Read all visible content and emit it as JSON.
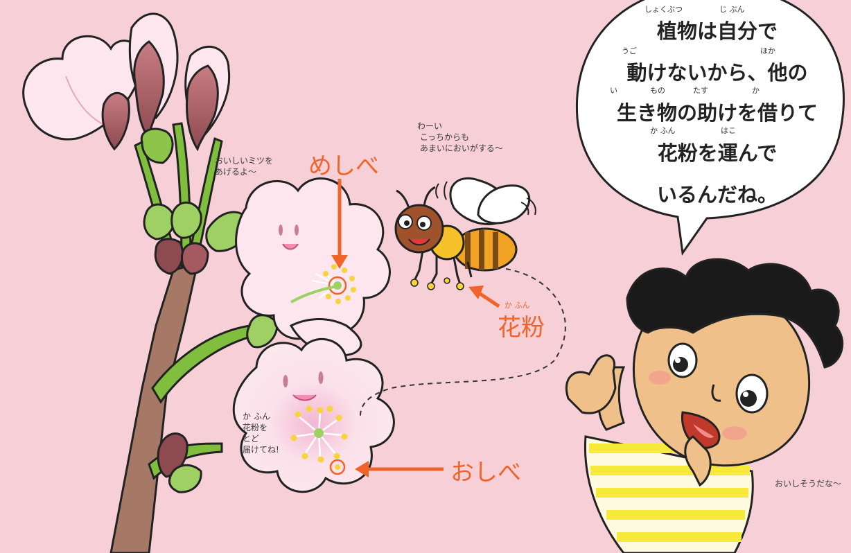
{
  "bubble": {
    "lines": [
      "植物は自分で",
      "動けないから、他の",
      "生き物の助けを借りて",
      "花粉を運んで",
      "いるんだね。"
    ],
    "ruby": [
      "しょくぶつ",
      "じ ぶん",
      "うご",
      "ほか",
      "い",
      "もの",
      "たす",
      "か",
      "か ふん",
      "はこ"
    ]
  },
  "labels": {
    "meshibe": "めしべ",
    "kafun": "花粉",
    "kafun_ruby": "か  ふん",
    "oshibe": "おしべ"
  },
  "speech": {
    "flower_top": "おいしいミツを\nあげるよ〜",
    "bee": "わーい\n こっちからも\n あまいにおいがする〜",
    "flower_bottom": "か ふん\n花粉を\nとど\n届けてね!",
    "boy": "おいしそうだな〜"
  },
  "colors": {
    "background": "#f6d0d6",
    "label": "#f0642a"
  }
}
